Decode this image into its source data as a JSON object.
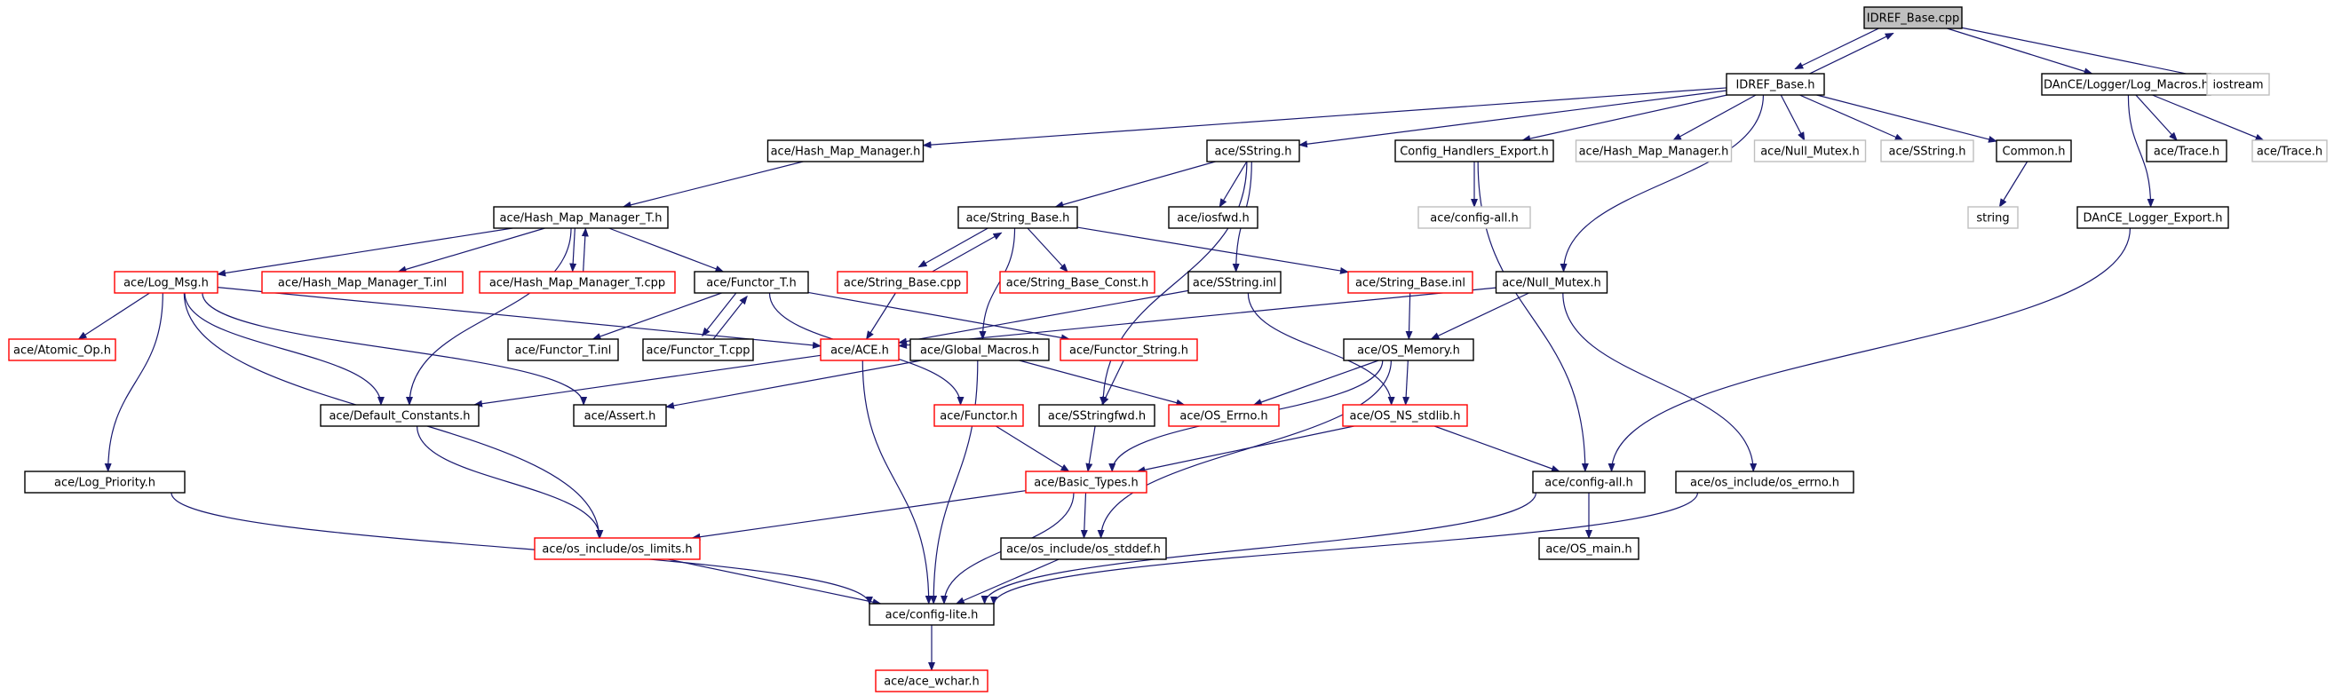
{
  "colors": {
    "edge": "#191970",
    "root_fill": "#bfbfbf",
    "normal_border": "#000000",
    "missing_border": "#ff0000",
    "external_border": "#bfbfbf",
    "external_text": "#000000"
  },
  "nodes": [
    {
      "id": "idref_cpp",
      "label": "IDREF_Base.cpp",
      "kind": "root"
    },
    {
      "id": "idref_h",
      "label": "IDREF_Base.h",
      "kind": "normal"
    },
    {
      "id": "dance_logmacros",
      "label": "DAnCE/Logger/Log_Macros.h",
      "kind": "normal"
    },
    {
      "id": "iostream",
      "label": "iostream",
      "kind": "external"
    },
    {
      "id": "hash_map_manager",
      "label": "ace/Hash_Map_Manager.h",
      "kind": "normal"
    },
    {
      "id": "sstring_h",
      "label": "ace/SString.h",
      "kind": "normal"
    },
    {
      "id": "config_handlers",
      "label": "Config_Handlers_Export.h",
      "kind": "normal"
    },
    {
      "id": "hash_map_manager_ext",
      "label": "ace/Hash_Map_Manager.h",
      "kind": "external"
    },
    {
      "id": "null_mutex_ext",
      "label": "ace/Null_Mutex.h",
      "kind": "external"
    },
    {
      "id": "sstring_ext",
      "label": "ace/SString.h",
      "kind": "external"
    },
    {
      "id": "common_h",
      "label": "Common.h",
      "kind": "normal"
    },
    {
      "id": "trace_h",
      "label": "ace/Trace.h",
      "kind": "normal"
    },
    {
      "id": "trace_ext",
      "label": "ace/Trace.h",
      "kind": "external"
    },
    {
      "id": "hash_map_manager_t",
      "label": "ace/Hash_Map_Manager_T.h",
      "kind": "normal"
    },
    {
      "id": "string_base_h",
      "label": "ace/String_Base.h",
      "kind": "normal"
    },
    {
      "id": "iosfwd_h",
      "label": "ace/iosfwd.h",
      "kind": "normal"
    },
    {
      "id": "config_all_ext",
      "label": "ace/config-all.h",
      "kind": "external"
    },
    {
      "id": "string_ext",
      "label": "string",
      "kind": "external"
    },
    {
      "id": "dance_logger_export",
      "label": "DAnCE_Logger_Export.h",
      "kind": "normal"
    },
    {
      "id": "log_msg",
      "label": "ace/Log_Msg.h",
      "kind": "missing"
    },
    {
      "id": "hmm_t_inl",
      "label": "ace/Hash_Map_Manager_T.inl",
      "kind": "missing"
    },
    {
      "id": "hmm_t_cpp",
      "label": "ace/Hash_Map_Manager_T.cpp",
      "kind": "missing"
    },
    {
      "id": "functor_t_h",
      "label": "ace/Functor_T.h",
      "kind": "normal"
    },
    {
      "id": "string_base_cpp",
      "label": "ace/String_Base.cpp",
      "kind": "missing"
    },
    {
      "id": "string_base_const",
      "label": "ace/String_Base_Const.h",
      "kind": "missing"
    },
    {
      "id": "sstring_inl",
      "label": "ace/SString.inl",
      "kind": "normal"
    },
    {
      "id": "string_base_inl",
      "label": "ace/String_Base.inl",
      "kind": "missing"
    },
    {
      "id": "null_mutex_h",
      "label": "ace/Null_Mutex.h",
      "kind": "normal"
    },
    {
      "id": "atomic_op",
      "label": "ace/Atomic_Op.h",
      "kind": "missing"
    },
    {
      "id": "functor_t_inl",
      "label": "ace/Functor_T.inl",
      "kind": "normal"
    },
    {
      "id": "functor_t_cpp",
      "label": "ace/Functor_T.cpp",
      "kind": "normal"
    },
    {
      "id": "ace_h",
      "label": "ace/ACE.h",
      "kind": "missing"
    },
    {
      "id": "global_macros",
      "label": "ace/Global_Macros.h",
      "kind": "normal"
    },
    {
      "id": "functor_string",
      "label": "ace/Functor_String.h",
      "kind": "missing"
    },
    {
      "id": "os_memory",
      "label": "ace/OS_Memory.h",
      "kind": "normal"
    },
    {
      "id": "default_constants",
      "label": "ace/Default_Constants.h",
      "kind": "normal"
    },
    {
      "id": "assert_h",
      "label": "ace/Assert.h",
      "kind": "normal"
    },
    {
      "id": "functor_h",
      "label": "ace/Functor.h",
      "kind": "missing"
    },
    {
      "id": "sstringfwd",
      "label": "ace/SStringfwd.h",
      "kind": "normal"
    },
    {
      "id": "os_errno",
      "label": "ace/OS_Errno.h",
      "kind": "missing"
    },
    {
      "id": "os_ns_stdlib",
      "label": "ace/OS_NS_stdlib.h",
      "kind": "missing"
    },
    {
      "id": "log_priority",
      "label": "ace/Log_Priority.h",
      "kind": "normal"
    },
    {
      "id": "basic_types",
      "label": "ace/Basic_Types.h",
      "kind": "missing"
    },
    {
      "id": "config_all_h",
      "label": "ace/config-all.h",
      "kind": "normal"
    },
    {
      "id": "os_include_errno",
      "label": "ace/os_include/os_errno.h",
      "kind": "normal"
    },
    {
      "id": "os_include_limits",
      "label": "ace/os_include/os_limits.h",
      "kind": "missing"
    },
    {
      "id": "os_include_stddef",
      "label": "ace/os_include/os_stddef.h",
      "kind": "normal"
    },
    {
      "id": "os_main",
      "label": "ace/OS_main.h",
      "kind": "normal"
    },
    {
      "id": "config_lite",
      "label": "ace/config-lite.h",
      "kind": "normal"
    },
    {
      "id": "ace_wchar",
      "label": "ace/ace_wchar.h",
      "kind": "missing"
    }
  ],
  "edges": [
    [
      "idref_cpp",
      "idref_h"
    ],
    [
      "idref_h",
      "idref_cpp"
    ],
    [
      "idref_cpp",
      "dance_logmacros"
    ],
    [
      "idref_cpp",
      "iostream"
    ],
    [
      "idref_h",
      "hash_map_manager"
    ],
    [
      "idref_h",
      "sstring_h"
    ],
    [
      "idref_h",
      "config_handlers"
    ],
    [
      "idref_h",
      "hash_map_manager_ext"
    ],
    [
      "idref_h",
      "null_mutex_ext"
    ],
    [
      "idref_h",
      "sstring_ext"
    ],
    [
      "idref_h",
      "common_h"
    ],
    [
      "idref_h",
      "null_mutex_h"
    ],
    [
      "dance_logmacros",
      "trace_h"
    ],
    [
      "dance_logmacros",
      "trace_ext"
    ],
    [
      "dance_logmacros",
      "dance_logger_export"
    ],
    [
      "hash_map_manager",
      "hash_map_manager_t"
    ],
    [
      "sstring_h",
      "string_base_h"
    ],
    [
      "sstring_h",
      "iosfwd_h"
    ],
    [
      "sstring_h",
      "sstring_inl"
    ],
    [
      "sstring_h",
      "sstringfwd"
    ],
    [
      "config_handlers",
      "config_all_ext"
    ],
    [
      "config_handlers",
      "config_all_h"
    ],
    [
      "common_h",
      "string_ext"
    ],
    [
      "dance_logger_export",
      "config_all_h"
    ],
    [
      "hash_map_manager_t",
      "log_msg"
    ],
    [
      "hash_map_manager_t",
      "hmm_t_inl"
    ],
    [
      "hash_map_manager_t",
      "hmm_t_cpp"
    ],
    [
      "hmm_t_cpp",
      "hash_map_manager_t"
    ],
    [
      "hash_map_manager_t",
      "functor_t_h"
    ],
    [
      "hash_map_manager_t",
      "default_constants"
    ],
    [
      "string_base_h",
      "string_base_cpp"
    ],
    [
      "string_base_cpp",
      "string_base_h"
    ],
    [
      "string_base_h",
      "string_base_const"
    ],
    [
      "string_base_h",
      "string_base_inl"
    ],
    [
      "string_base_h",
      "global_macros"
    ],
    [
      "string_base_cpp",
      "ace_h"
    ],
    [
      "sstring_inl",
      "ace_h"
    ],
    [
      "sstring_inl",
      "os_ns_stdlib"
    ],
    [
      "string_base_inl",
      "os_memory"
    ],
    [
      "null_mutex_h",
      "ace_h"
    ],
    [
      "null_mutex_h",
      "os_memory"
    ],
    [
      "null_mutex_h",
      "os_include_errno"
    ],
    [
      "log_msg",
      "atomic_op"
    ],
    [
      "log_msg",
      "ace_h"
    ],
    [
      "log_msg",
      "default_constants"
    ],
    [
      "log_msg",
      "assert_h"
    ],
    [
      "log_msg",
      "log_priority"
    ],
    [
      "log_msg",
      "os_include_limits"
    ],
    [
      "functor_t_h",
      "functor_t_inl"
    ],
    [
      "functor_t_h",
      "functor_t_cpp"
    ],
    [
      "functor_t_cpp",
      "functor_t_h"
    ],
    [
      "functor_t_h",
      "functor_string"
    ],
    [
      "functor_t_h",
      "functor_h"
    ],
    [
      "ace_h",
      "default_constants"
    ],
    [
      "ace_h",
      "config_lite"
    ],
    [
      "global_macros",
      "assert_h"
    ],
    [
      "global_macros",
      "os_errno"
    ],
    [
      "global_macros",
      "config_lite"
    ],
    [
      "functor_string",
      "sstringfwd"
    ],
    [
      "os_memory",
      "os_errno"
    ],
    [
      "os_memory",
      "os_ns_stdlib"
    ],
    [
      "os_memory",
      "basic_types"
    ],
    [
      "os_memory",
      "os_include_stddef"
    ],
    [
      "functor_h",
      "basic_types"
    ],
    [
      "sstringfwd",
      "basic_types"
    ],
    [
      "os_ns_stdlib",
      "basic_types"
    ],
    [
      "os_ns_stdlib",
      "config_all_h"
    ],
    [
      "default_constants",
      "os_include_limits"
    ],
    [
      "log_priority",
      "config_lite"
    ],
    [
      "basic_types",
      "os_include_limits"
    ],
    [
      "basic_types",
      "os_include_stddef"
    ],
    [
      "basic_types",
      "config_lite"
    ],
    [
      "config_all_h",
      "os_main"
    ],
    [
      "config_all_h",
      "config_lite"
    ],
    [
      "os_include_errno",
      "config_lite"
    ],
    [
      "os_include_limits",
      "config_lite"
    ],
    [
      "os_include_stddef",
      "config_lite"
    ],
    [
      "config_lite",
      "ace_wchar"
    ]
  ]
}
